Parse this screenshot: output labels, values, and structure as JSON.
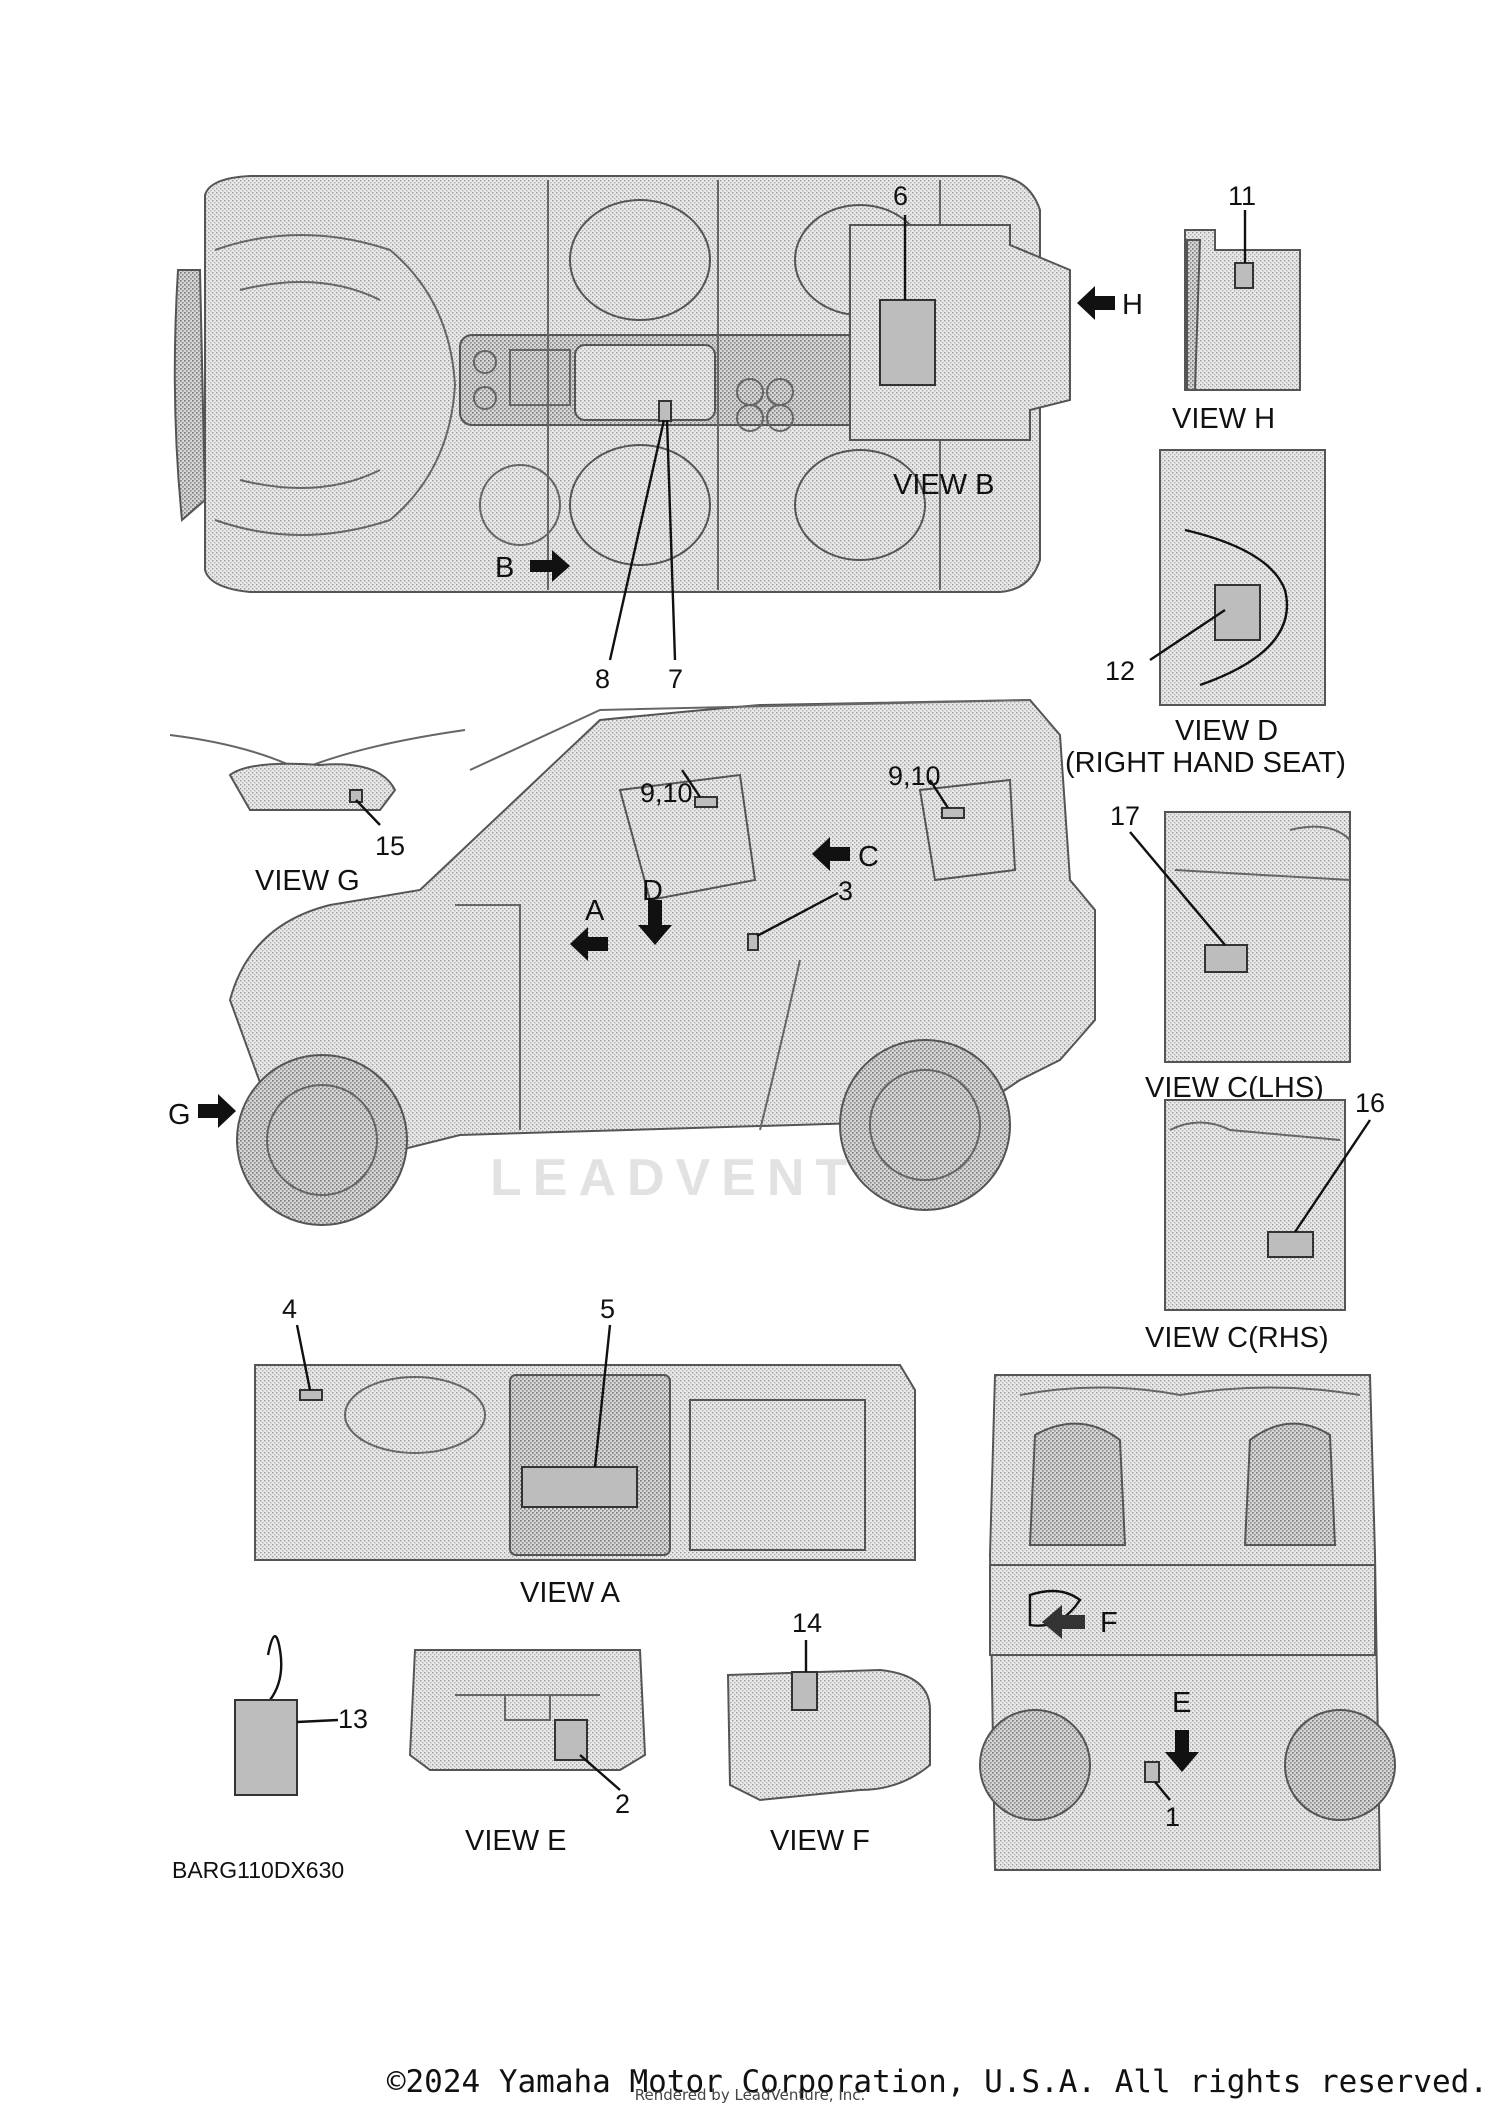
{
  "diagram_code": "BARG110DX630",
  "watermark": "LEADVENT",
  "copyright": "©2024 Yamaha Motor Corporation, U.S.A. All rights reserved.",
  "rendered_by": "Rendered by LeadVenture, Inc.",
  "views": {
    "a": "VIEW A",
    "b": "VIEW B",
    "c_lhs": "VIEW C(LHS)",
    "c_rhs": "VIEW C(RHS)",
    "d": "VIEW D",
    "d_sub": "(RIGHT HAND SEAT)",
    "e": "VIEW E",
    "f": "VIEW F",
    "g": "VIEW G",
    "h": "VIEW H"
  },
  "arrows": {
    "a": "A",
    "b": "B",
    "c": "C",
    "d": "D",
    "e": "E",
    "f": "F",
    "g": "G",
    "h": "H"
  },
  "callouts": {
    "c1": "1",
    "c2": "2",
    "c3": "3",
    "c4": "4",
    "c5": "5",
    "c6": "6",
    "c7": "7",
    "c8": "8",
    "c9_10a": "9,10",
    "c9_10b": "9,10",
    "c11": "11",
    "c12": "12",
    "c13": "13",
    "c14": "14",
    "c15": "15",
    "c16": "16",
    "c17": "17"
  }
}
